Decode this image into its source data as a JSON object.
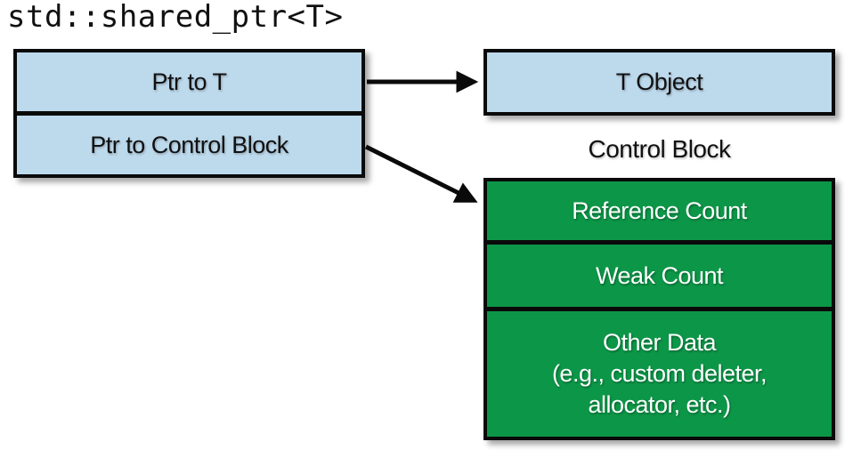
{
  "title": "std::shared_ptr<T>",
  "shared_ptr_struct": {
    "rows": [
      {
        "label": "Ptr to T"
      },
      {
        "label": "Ptr to Control Block"
      }
    ]
  },
  "t_object": {
    "label": "T Object"
  },
  "control_block": {
    "heading": "Control Block",
    "rows": [
      {
        "lines": [
          "Reference Count"
        ]
      },
      {
        "lines": [
          "Weak Count"
        ]
      },
      {
        "lines": [
          "Other Data",
          "(e.g., custom deleter,",
          "allocator, etc.)"
        ]
      }
    ]
  },
  "arrows": [
    {
      "name": "ptr-to-t-arrow",
      "from": "Ptr to T",
      "to": "T Object"
    },
    {
      "name": "ptr-to-control-block-arrow",
      "from": "Ptr to Control Block",
      "to": "Control Block"
    }
  ],
  "colors": {
    "box_blue": "#bdd9ec",
    "box_green": "#0c9748",
    "border_black": "#0a0a0a",
    "text_dark": "#111111",
    "text_light": "#ffffff",
    "background": "#ffffff"
  }
}
